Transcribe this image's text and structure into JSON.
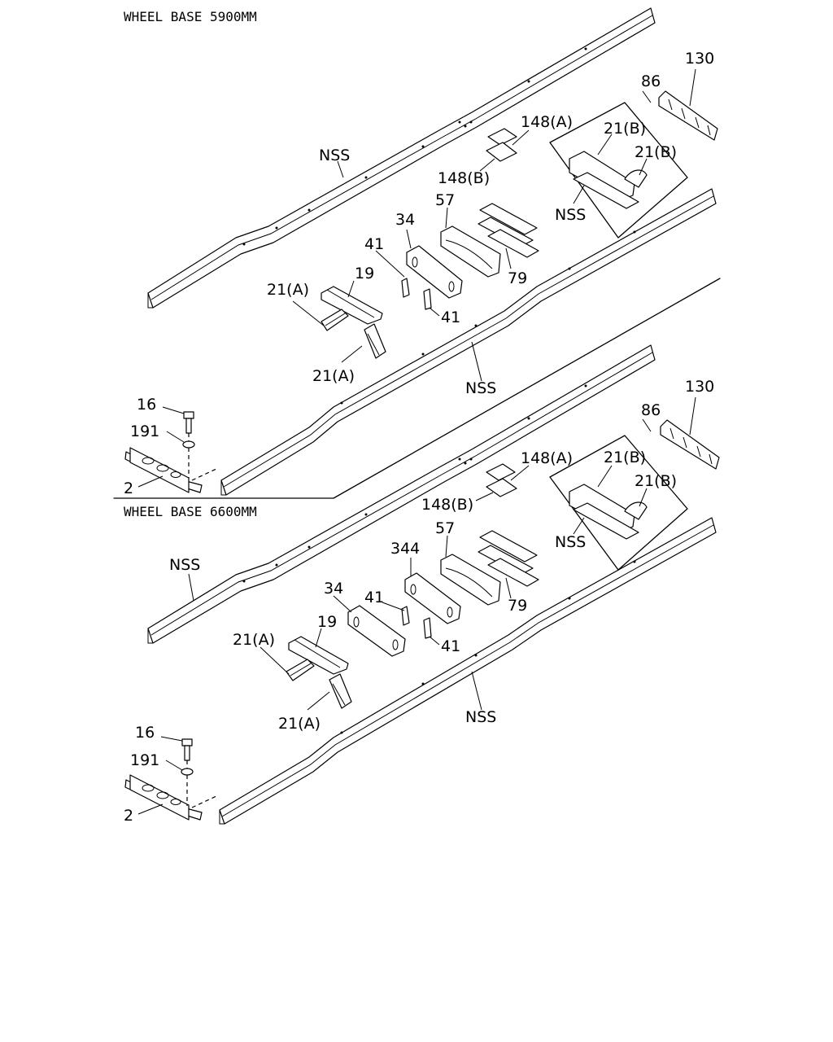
{
  "sections": [
    {
      "title": "WHEEL BASE 5900MM",
      "labels": {
        "nss_upper": "NSS",
        "nss_lower": "NSS",
        "nss_inset": "NSS",
        "p130": "130",
        "p86": "86",
        "p148a": "148(A)",
        "p148b": "148(B)",
        "p21b_1": "21(B)",
        "p21b_2": "21(B)",
        "p57": "57",
        "p34": "34",
        "p41_1": "41",
        "p41_2": "41",
        "p19": "19",
        "p21a_1": "21(A)",
        "p21a_2": "21(A)",
        "p79": "79",
        "p16": "16",
        "p191": "191",
        "p2": "2"
      }
    },
    {
      "title": "WHEEL BASE 6600MM",
      "labels": {
        "nss_upper": "NSS",
        "nss_lower": "NSS",
        "nss_inset": "NSS",
        "p130": "130",
        "p86": "86",
        "p148a": "148(A)",
        "p148b": "148(B)",
        "p21b_1": "21(B)",
        "p21b_2": "21(B)",
        "p57": "57",
        "p344": "344",
        "p34": "34",
        "p41_1": "41",
        "p41_2": "41",
        "p19": "19",
        "p21a_1": "21(A)",
        "p21a_2": "21(A)",
        "p79": "79",
        "p16": "16",
        "p191": "191",
        "p2": "2"
      }
    }
  ]
}
